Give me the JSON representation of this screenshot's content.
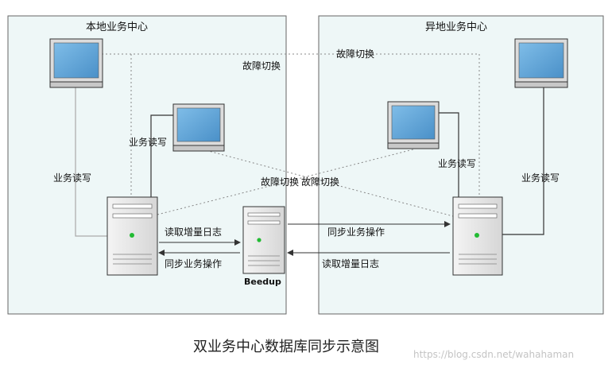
{
  "local_center": {
    "title": "本地业务中心"
  },
  "remote_center": {
    "title": "异地业务中心"
  },
  "labels": {
    "failover_top_left": "故障切换",
    "failover_top_right": "故障切换",
    "failover_mid_1": "故障切换",
    "failover_mid_2": "故障切换",
    "rw_local_upper": "业务读写",
    "rw_local_lower": "业务读写",
    "rw_remote_mid": "业务读写",
    "rw_remote_right": "业务读写",
    "read_log_local": "读取增量日志",
    "sync_op_local": "同步业务操作",
    "sync_op_remote": "同步业务操作",
    "read_log_remote": "读取增量日志"
  },
  "beedup_label": "Beedup",
  "caption": "双业务中心数据库同步示意图",
  "watermark": "https://blog.csdn.net/wahahaman"
}
